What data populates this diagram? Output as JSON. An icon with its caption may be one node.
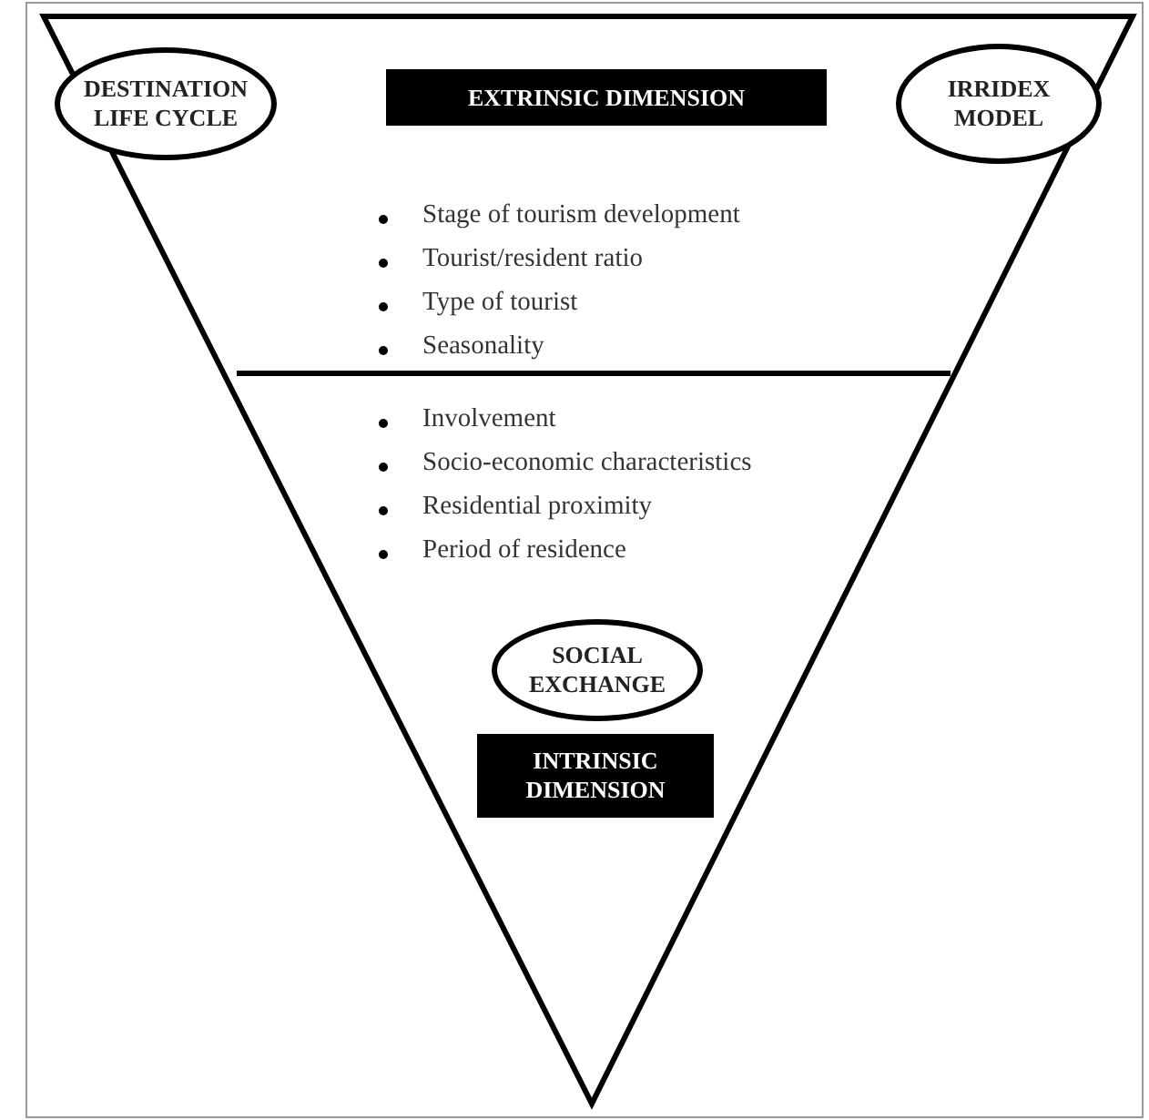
{
  "diagram": {
    "nodes": [
      {
        "text": [
          "DESTINATION LIFE CYCLE"
        ]
      },
      {
        "text": [
          "EXTRINSIC DIMENSION"
        ]
      },
      {
        "text": [
          "IRRIDEX MODEL"
        ]
      },
      {
        "text": [
          "SOCIAL EXCHANGE"
        ]
      },
      {
        "text": [
          "INTRINSIC DIMENSION"
        ]
      }
    ],
    "edges": [],
    "labels": [
      "Stage of tourism development",
      "Tourist/resident ratio",
      "Type of tourist",
      "Seasonality",
      "Involvement",
      "Socio-economic characteristics",
      "Residential proximity",
      "Period of residence"
    ]
  }
}
